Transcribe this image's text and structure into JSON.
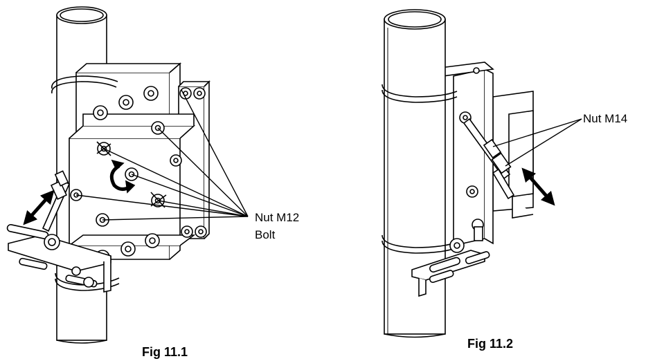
{
  "figures": [
    {
      "caption": "Fig 11.1",
      "labels": {
        "nut": "Nut M12",
        "bolt": "Bolt"
      }
    },
    {
      "caption": "Fig 11.2",
      "labels": {
        "nut": "Nut M14"
      }
    }
  ],
  "colors": {
    "line": "#000000",
    "fill": "#ffffff",
    "shade": "#d9d9d9"
  }
}
